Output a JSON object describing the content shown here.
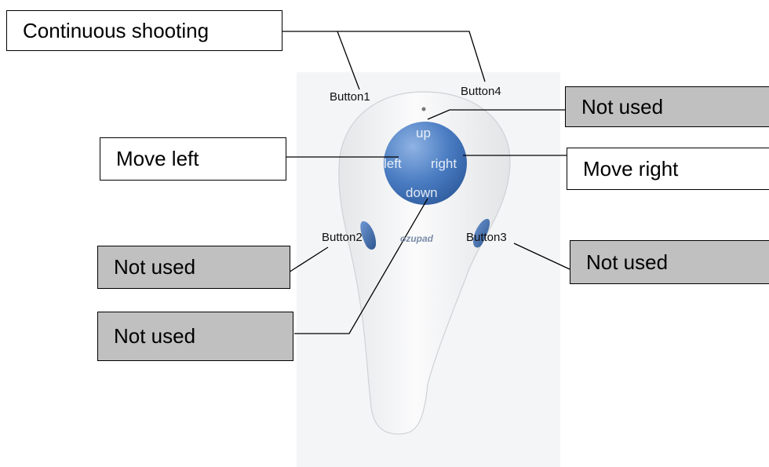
{
  "device": {
    "button_labels": {
      "button1": "Button1",
      "button2": "Button2",
      "button3": "Button3",
      "button4": "Button4"
    },
    "directions": {
      "up": "up",
      "left": "left",
      "right": "right",
      "down": "down"
    },
    "logo_text": "ozupad",
    "colors": {
      "pad": "#3f72b8",
      "side_buttons": "#3a66ad",
      "body": "#f3f4f5"
    }
  },
  "callouts": {
    "continuous_shooting": "Continuous shooting",
    "up_action": "Not used",
    "left_action": "Move left",
    "right_action": "Move right",
    "button2_action": "Not used",
    "button3_action": "Not used",
    "down_action": "Not used"
  }
}
